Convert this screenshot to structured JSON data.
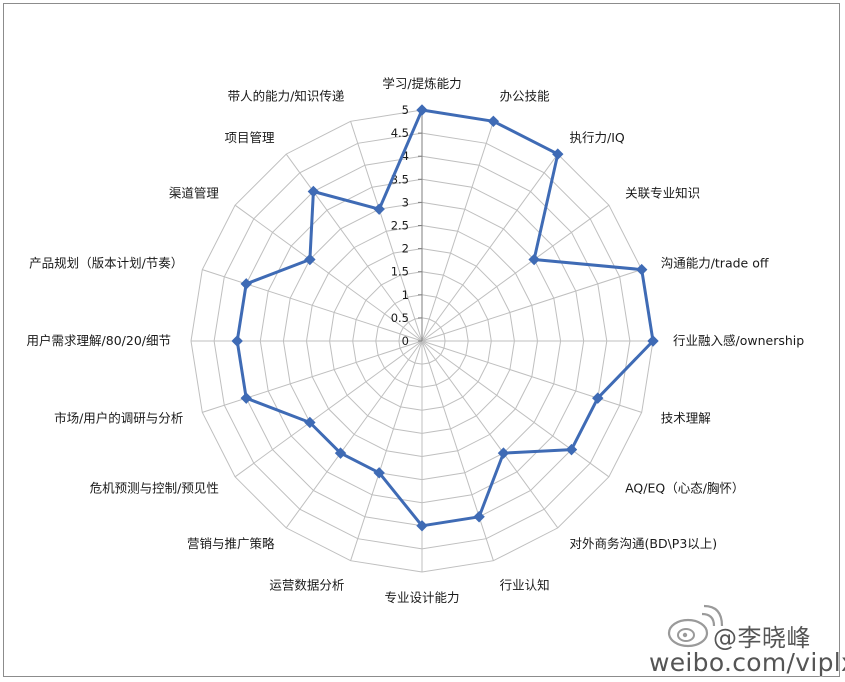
{
  "chart_data": {
    "type": "radar",
    "rmax": 5,
    "ticks": [
      "0",
      "0.5",
      "1",
      "1.5",
      "2",
      "2.5",
      "3",
      "3.5",
      "4",
      "4.5",
      "5"
    ],
    "categories": [
      "学习/提炼能力",
      "办公技能",
      "执行力/IQ",
      "关联专业知识",
      "沟通能力/trade off",
      "行业融入感/ownership",
      "技术理解",
      "AQ/EQ（心态/胸怀）",
      "对外商务沟通(BD\\P3以上)",
      "行业认知",
      "专业设计能力",
      "运营数据分析",
      "营销与推广策略",
      "危机预测与控制/预见性",
      "市场/用户的调研与分析",
      "用户需求理解/80/20/细节",
      "产品规划（版本计划/节奏）",
      "渠道管理",
      "项目管理",
      "带人的能力/知识传递"
    ],
    "values": [
      5,
      5,
      5,
      3,
      5,
      5,
      4,
      4,
      3,
      4,
      4,
      3,
      3,
      3,
      4,
      4,
      4,
      3,
      4,
      3
    ],
    "color": "#3f6bb5",
    "grid_color": "#bfbfbf",
    "axis_color": "#7f7f7f"
  },
  "watermark": {
    "handle": "@李晓峰",
    "url": "weibo.com/viplxf",
    "logo": "weibo-logo-icon"
  }
}
